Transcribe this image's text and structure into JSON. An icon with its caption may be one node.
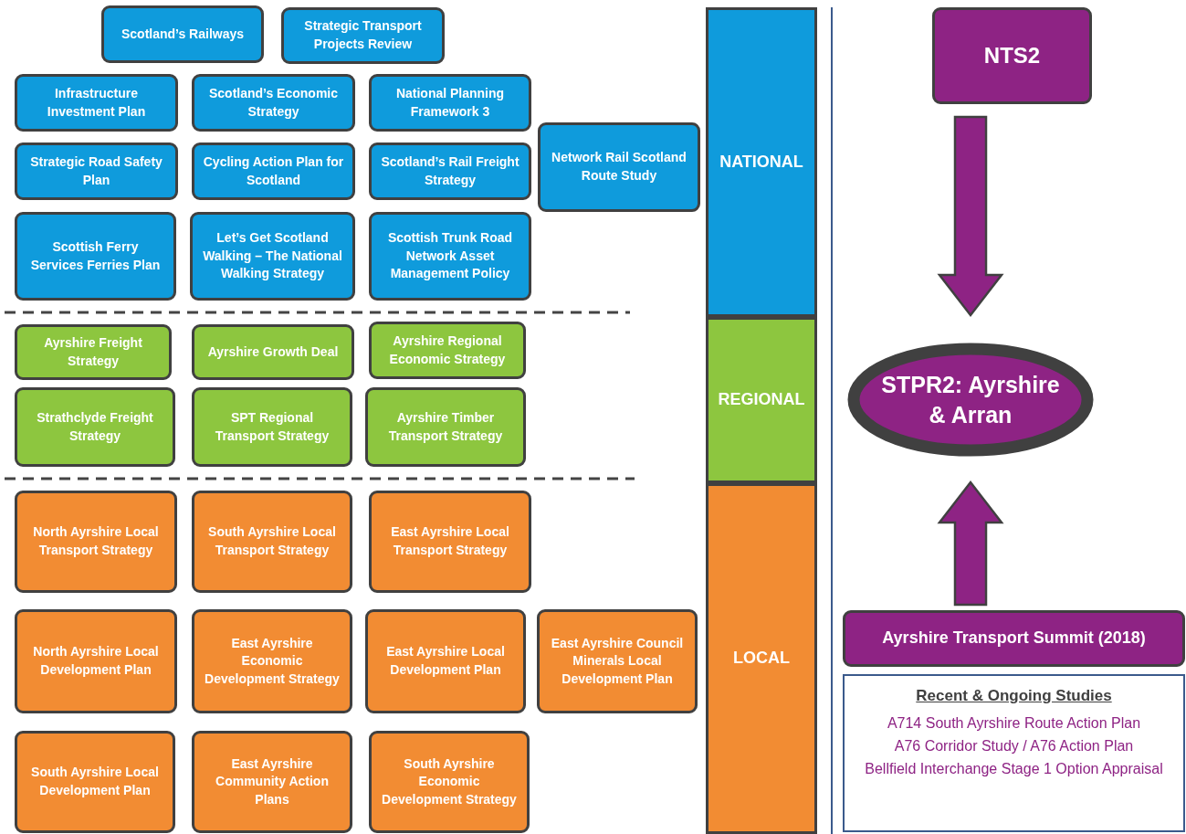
{
  "diagram": {
    "nodes": [
      {
        "text": [
          "Scotland’s Railways"
        ]
      },
      {
        "text": [
          "Strategic Transport Projects Review"
        ]
      },
      {
        "text": [
          "Infrastructure Investment Plan"
        ]
      },
      {
        "text": [
          "Scotland’s Economic Strategy"
        ]
      },
      {
        "text": [
          "National Planning Framework 3"
        ]
      },
      {
        "text": [
          "Network Rail Scotland Route Study"
        ]
      },
      {
        "text": [
          "Strategic Road Safety Plan"
        ]
      },
      {
        "text": [
          "Cycling Action Plan for Scotland"
        ]
      },
      {
        "text": [
          "Scotland’s Rail Freight Strategy"
        ]
      },
      {
        "text": [
          "Scottish Ferry Services Ferries Plan"
        ]
      },
      {
        "text": [
          "Let’s Get Scotland Walking – The National Walking Strategy"
        ]
      },
      {
        "text": [
          "Scottish Trunk Road Network Asset Management Policy"
        ]
      },
      {
        "text": [
          "Ayrshire Freight Strategy"
        ]
      },
      {
        "text": [
          "Ayrshire Growth Deal"
        ]
      },
      {
        "text": [
          "Ayrshire Regional Economic Strategy"
        ]
      },
      {
        "text": [
          "Strathclyde Freight Strategy"
        ]
      },
      {
        "text": [
          "SPT Regional Transport Strategy"
        ]
      },
      {
        "text": [
          "Ayrshire Timber Transport Strategy"
        ]
      },
      {
        "text": [
          "North Ayrshire Local Transport Strategy"
        ]
      },
      {
        "text": [
          "South Ayrshire Local Transport Strategy"
        ]
      },
      {
        "text": [
          "East Ayrshire Local Transport Strategy"
        ]
      },
      {
        "text": [
          "North Ayrshire Local Development Plan"
        ]
      },
      {
        "text": [
          "East Ayrshire Economic Development Strategy"
        ]
      },
      {
        "text": [
          "East Ayrshire Local Development Plan"
        ]
      },
      {
        "text": [
          "East Ayrshire Council Minerals Local Development Plan"
        ]
      },
      {
        "text": [
          "South Ayrshire Local Development Plan"
        ]
      },
      {
        "text": [
          "East Ayrshire Community Action Plans"
        ]
      },
      {
        "text": [
          "South Ayrshire Economic Development Strategy"
        ]
      },
      {
        "text": [
          "NATIONAL"
        ]
      },
      {
        "text": [
          "REGIONAL"
        ]
      },
      {
        "text": [
          "LOCAL"
        ]
      },
      {
        "text": [
          "NTS2"
        ]
      },
      {
        "text": [
          "STPR2: Ayrshire & Arran"
        ]
      },
      {
        "text": [
          "Ayrshire Transport Summit (2018)"
        ]
      },
      {
        "text": [
          "Recent & Ongoing Studies",
          "A714 South Ayrshire Route Action Plan",
          "A76 Corridor Study / A76 Action Plan",
          "Bellfield Interchange Stage 1 Option Appraisal"
        ]
      }
    ],
    "edges": [
      {
        "from": 31,
        "to": 32,
        "arrow": "to",
        "style": "thick"
      },
      {
        "from": 33,
        "to": 32,
        "arrow": "to",
        "style": "thick"
      }
    ]
  }
}
